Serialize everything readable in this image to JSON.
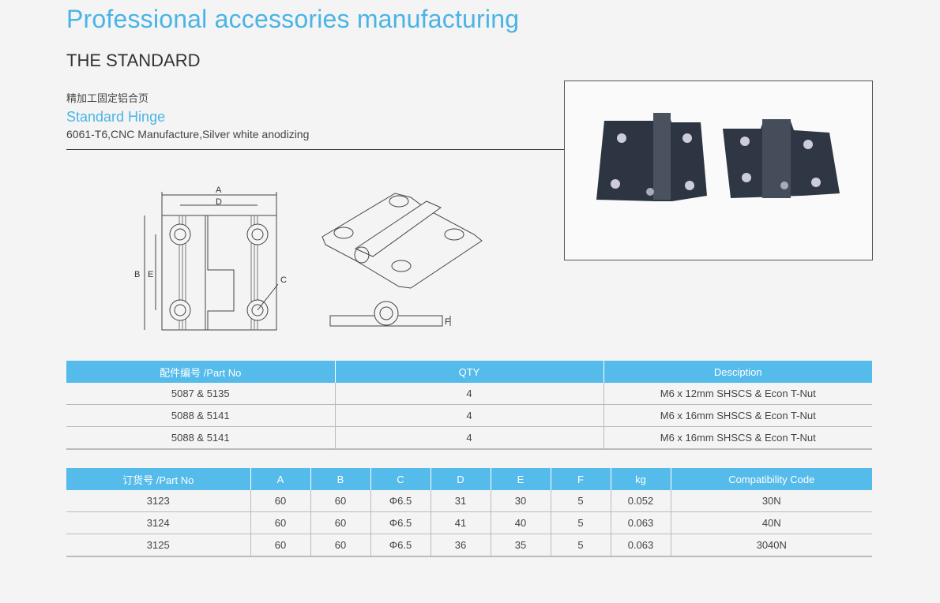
{
  "header": {
    "title": "Professional accessories manufacturing",
    "subtitle": "THE STANDARD"
  },
  "product": {
    "name_cn": "精加工固定铝合页",
    "name": "Standard Hinge",
    "description": "6061-T6,CNC Manufacture,Silver white anodizing"
  },
  "drawing": {
    "labels": {
      "a": "A",
      "b": "B",
      "c": "C",
      "d": "D",
      "e": "E",
      "f": "F"
    }
  },
  "accessories": {
    "headers": [
      "配件编号 /Part No",
      "QTY",
      "Desciption"
    ],
    "rows": [
      [
        "5087 & 5135",
        "4",
        "M6 x 12mm SHSCS & Econ T-Nut"
      ],
      [
        "5088 & 5141",
        "4",
        "M6 x 16mm SHSCS & Econ T-Nut"
      ],
      [
        "5088 & 5141",
        "4",
        "M6 x 16mm SHSCS & Econ T-Nut"
      ]
    ]
  },
  "orders": {
    "headers": [
      "订货号 /Part No",
      "A",
      "B",
      "C",
      "D",
      "E",
      "F",
      "kg",
      "Compatibility Code"
    ],
    "rows": [
      [
        "3123",
        "60",
        "60",
        "Φ6.5",
        "31",
        "30",
        "5",
        "0.052",
        "30N"
      ],
      [
        "3124",
        "60",
        "60",
        "Φ6.5",
        "41",
        "40",
        "5",
        "0.063",
        "40N"
      ],
      [
        "3125",
        "60",
        "60",
        "Φ6.5",
        "36",
        "35",
        "5",
        "0.063",
        "3040N"
      ]
    ]
  },
  "colors": {
    "accent": "#55bbea",
    "title": "#4ab4e6"
  }
}
